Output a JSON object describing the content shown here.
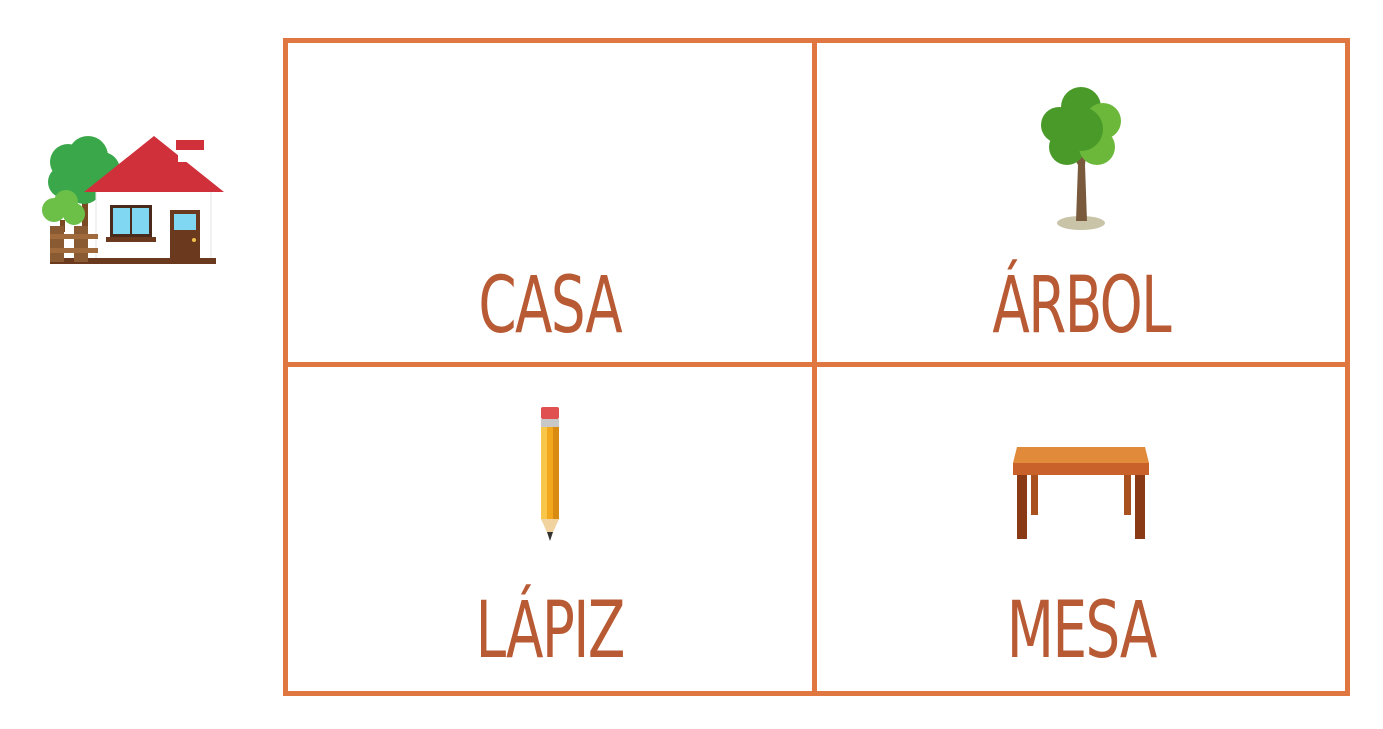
{
  "draggable_item": {
    "icon": "house-icon"
  },
  "colors": {
    "border": "#e07640",
    "word": "#b85a34"
  },
  "cells": [
    {
      "word": "CASA",
      "icon": ""
    },
    {
      "word": "ÁRBOL",
      "icon": "tree-icon"
    },
    {
      "word": "LÁPIZ",
      "icon": "pencil-icon"
    },
    {
      "word": "MESA",
      "icon": "table-icon"
    }
  ]
}
